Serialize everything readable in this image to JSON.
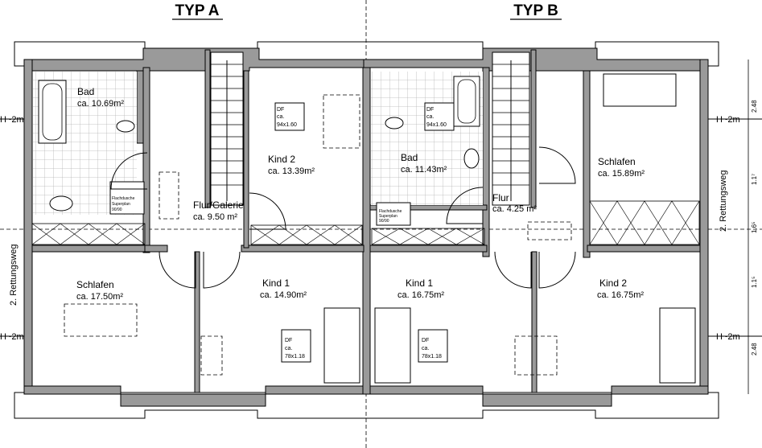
{
  "titles": {
    "a": "TYP A",
    "b": "TYP B"
  },
  "rooms": {
    "a_bad": {
      "name": "Bad",
      "area": "ca. 10.69m²"
    },
    "a_kind2": {
      "name": "Kind  2",
      "area": "ca. 13.39m²"
    },
    "a_flur": {
      "name": "Flur/Galerie",
      "area": "ca. 9.50  m²"
    },
    "a_schlafen": {
      "name": "Schlafen",
      "area": "ca. 17.50m²"
    },
    "a_kind1": {
      "name": "Kind  1",
      "area": "ca. 14.90m²"
    },
    "b_bad": {
      "name": "Bad",
      "area": "ca. 11.43m²"
    },
    "b_schlafen": {
      "name": "Schlafen",
      "area": "ca. 15.89m²"
    },
    "b_flur": {
      "name": "Flur",
      "area": "ca. 4.25  m²"
    },
    "b_kind1": {
      "name": "Kind  1",
      "area": "ca. 16.75m²"
    },
    "b_kind2": {
      "name": "Kind  2",
      "area": "ca. 16.75m²"
    }
  },
  "skylights": {
    "df": "DF",
    "ca": "ca.",
    "size_top": "94x1.60",
    "size_bottom": "78x1.18"
  },
  "shower": {
    "line1": "Flachdusche",
    "line2": "Superplan",
    "line3": "90/90"
  },
  "escape_route": "2. Rettungsweg",
  "heights": {
    "h2_left": "H~2m",
    "h2_right": "H~2m"
  },
  "dimensions": [
    "2.48",
    "1.1⁷",
    "1.6⁵",
    "1.1⁵",
    "2.48"
  ]
}
